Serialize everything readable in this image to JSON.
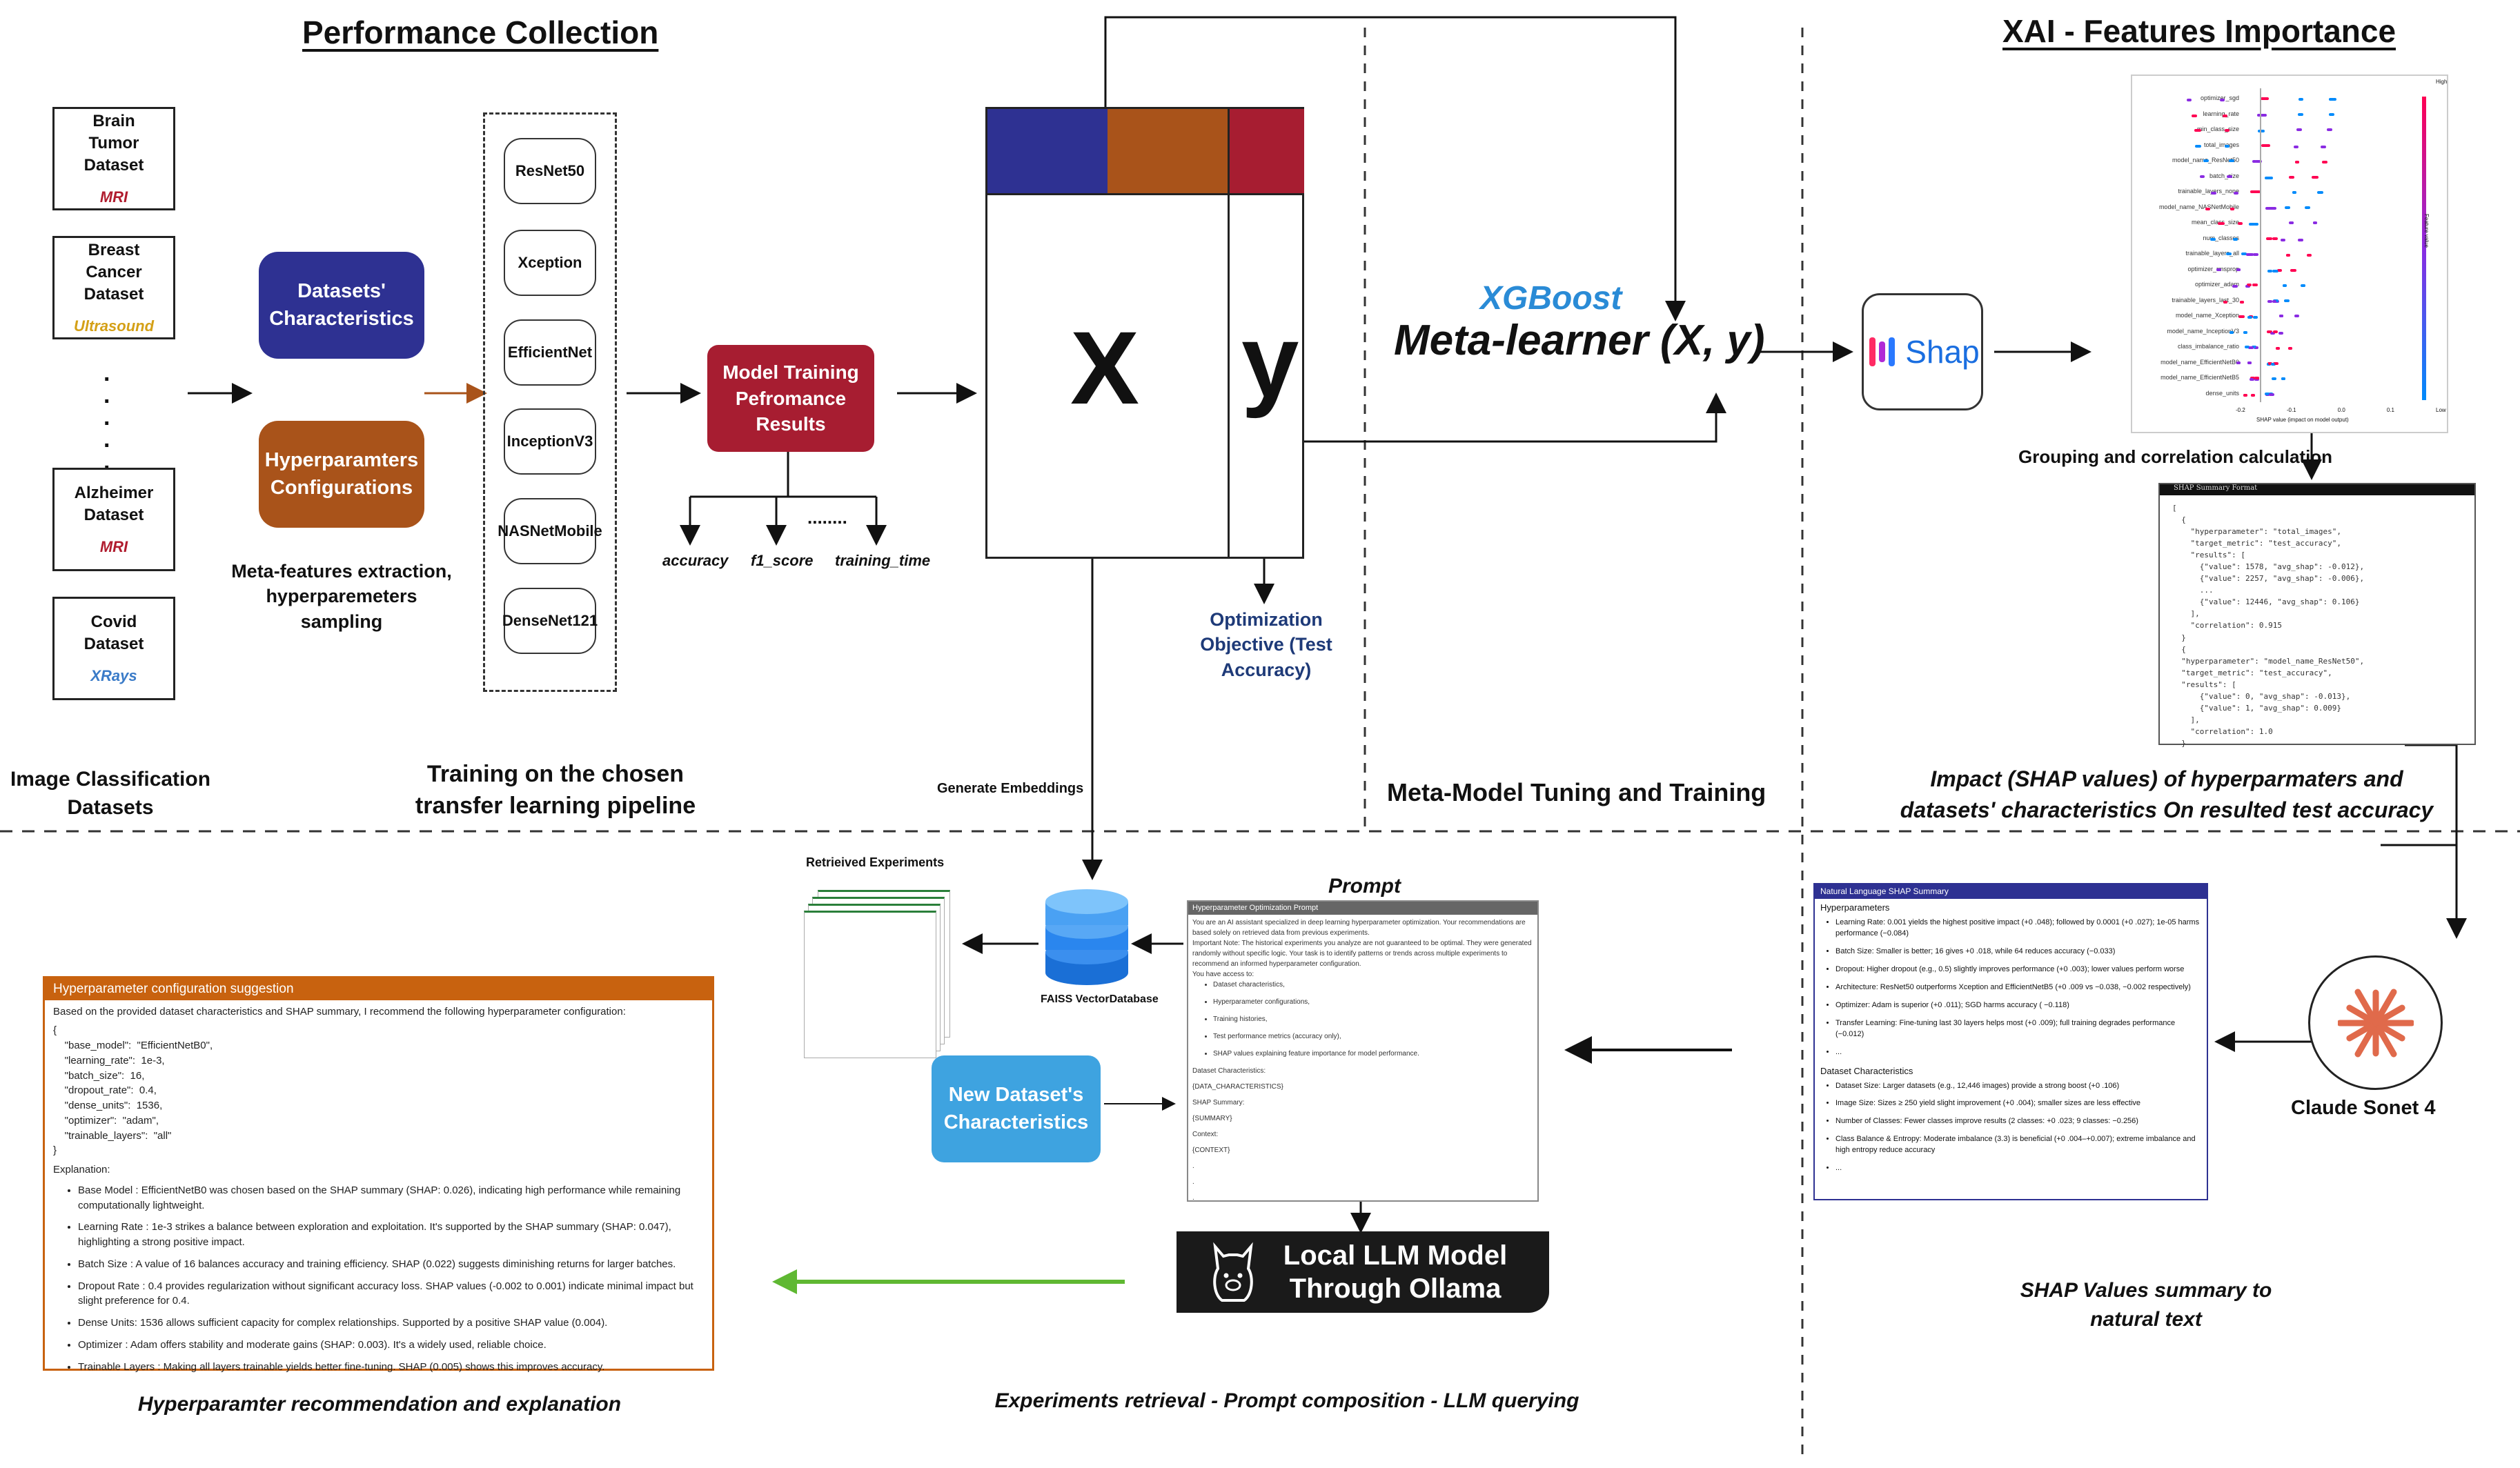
{
  "performance": {
    "heading": "Performance Collection",
    "datasets": [
      {
        "name": "Brain Tumor Dataset",
        "modality": "MRI",
        "color": "#b01c2e"
      },
      {
        "name": "Breast Cancer Dataset",
        "modality": "Ultrasound",
        "color": "#d4a017"
      },
      {
        "name": "Alzheimer Dataset",
        "modality": "MRI",
        "color": "#b01c2e"
      },
      {
        "name": "Covid Dataset",
        "modality": "XRays",
        "color": "#3a7bc8"
      }
    ],
    "datasets_caption": "Image Classification Datasets",
    "datasets_pill": "Datasets' Characteristics",
    "hyper_pill": "Hyperparamters Configurations",
    "extract_caption": "Meta-features extraction, hyperparemeters sampling",
    "architectures": [
      "ResNet50",
      "Xception",
      "EfficientNet",
      "InceptionV3",
      "NASNetMobile",
      "DenseNet121"
    ],
    "training_caption": "Training on the chosen transfer learning pipeline",
    "results_box": "Model Training Pefromance Results",
    "metrics": [
      "accuracy",
      "f1_score",
      "training_time"
    ],
    "metric_ellipsis": "........"
  },
  "meta": {
    "x_label": "X",
    "y_label": "y",
    "objective": "Optimization Objective (Test Accuracy)",
    "xgboost": "XGBoost",
    "learner": "Meta-learner (X, y)",
    "caption": "Meta-Model Tuning and Training",
    "embeddings": "Generate Embeddings",
    "colors": {
      "navy": "#2e3192",
      "brown": "#a9531a",
      "red": "#a71d31"
    }
  },
  "xai": {
    "heading": "XAI - Features Importance",
    "shap_logo": "Shap",
    "features": [
      "optimizer_sgd",
      "learning_rate",
      "min_class_size",
      "total_images",
      "model_name_ResNet50",
      "batch_size",
      "trainable_layers_none",
      "model_name_NASNetMobile",
      "mean_class_size",
      "num_classes",
      "trainable_layers_all",
      "optimizer_rmsprop",
      "optimizer_adam",
      "trainable_layers_last_30",
      "model_name_Xception",
      "model_name_InceptionV3",
      "class_imbalance_ratio",
      "model_name_EfficientNetB0",
      "model_name_EfficientNetB5",
      "dense_units"
    ],
    "shap_axis": "SHAP value (impact on model output)",
    "shap_ticks": [
      "-0.2",
      "-0.1",
      "0.0",
      "0.1"
    ],
    "shap_high": "High",
    "shap_low": "Low",
    "shap_fv": "Feature value",
    "grouping": "Grouping and correlation calculation",
    "summary_title": "SHAP Summary Format",
    "summary_code": "[\n  {\n    \"hyperparameter\": \"total_images\",\n    \"target_metric\": \"test_accuracy\",\n    \"results\": [\n      {\"value\": 1578, \"avg_shap\": -0.012},\n      {\"value\": 2257, \"avg_shap\": -0.006},\n      ...\n      {\"value\": 12446, \"avg_shap\": 0.106}\n    ],\n    \"correlation\": 0.915\n  }\n  {\n  \"hyperparameter\": \"model_name_ResNet50\",\n  \"target_metric\": \"test_accuracy\",\n  \"results\": [\n      {\"value\": 0, \"avg_shap\": -0.013},\n      {\"value\": 1, \"avg_shap\": 0.009}\n    ],\n    \"correlation\": 1.0\n  }",
    "impact_caption": "Impact (SHAP values) of hyperparmaters and  datasets' characteristics On resulted test accuracy",
    "claude": "Claude Sonet 4",
    "claude_color": "#e06a4b"
  },
  "nl": {
    "title": "Natural Language SHAP Summary",
    "hyper_heading": "Hyperparameters",
    "hyper_items": [
      "Learning Rate:      0.001 yields the highest positive impact (+0 .048); followed by 0.0001 (+0 .027); 1e-05 harms performance (−0.084)",
      "Batch Size:      Smaller is better; 16 gives +0 .018, while 64 reduces accuracy (−0.033)",
      "Dropout:      Higher dropout (e.g., 0.5) slightly improves performance (+0  .003); lower values perform worse",
      "Architecture:      ResNet50 outperforms Xception and EfficientNetB5 (+0    .009 vs −0.038, −0.002 respectively)",
      "Optimizer:      Adam is superior (+0 .011); SGD harms accuracy (    −0.118)",
      "Transfer Learning:      Fine-tuning last 30 layers helps most (+0  .009); full training degrades performance (−0.012)",
      "..."
    ],
    "data_heading": "Dataset Characteristics",
    "data_items": [
      "Dataset Size:      Larger datasets (e.g., 12,446 images) provide a strong boost (+0  .106)",
      "Image Size:      Sizes ≥ 250 yield slight improvement (+0 .004); smaller sizes are less effective",
      "Number of Classes:      Fewer classes improve results (2 classes: +0  .023; 9 classes: −0.256)",
      "Class Balance & Entropy:      Moderate imbalance (3.3) is beneficial (+0 .004–+0.007); extreme imbalance and high entropy reduce accuracy",
      "..."
    ],
    "caption": "SHAP Values summary to natural text"
  },
  "llm": {
    "retrieved": "Retrieived Experiments",
    "faiss": "FAISS VectorDatabase",
    "new_dataset": "New Dataset's Characteristics",
    "prompt_label": "Prompt",
    "prompt_title": "Hyperparameter Optimization Prompt",
    "prompt_intro": "You are an AI assistant specialized in deep learning hyperparameter optimization.  Your recommendations are based solely on retrieved data from previous experiments.",
    "prompt_note": "Important Note:      The historical experiments you analyze are not guaranteed to be optimal. They were generated randomly without specific logic.  Your task is to identify patterns or trends across multiple experiments to recommend an informed hyperparameter configuration.",
    "prompt_access": "You have access to:",
    "prompt_items": [
      "Dataset characteristics,",
      "Hyperparameter configurations,",
      "Training histories,",
      "Test performance metrics (accuracy only),",
      "SHAP values explaining feature importance for model performance."
    ],
    "prompt_tail": [
      "Dataset Characteristics:",
      "{DATA_CHARACTERISTICS}",
      "SHAP Summary:",
      "{SUMMARY}",
      "Context:",
      "{CONTEXT}",
      ".",
      ".",
      "."
    ],
    "local_llm": "Local LLM Model Through Ollama",
    "caption": "Experiments retrieval - Prompt composition - LLM querying"
  },
  "suggestion": {
    "title": "Hyperparameter configuration suggestion",
    "intro": "Based on the provided dataset characteristics and SHAP summary, I recommend the following hyperparameter configuration:",
    "config": "{\n    \"base_model\":  \"EfficientNetB0\",\n    \"learning_rate\":  1e-3,\n    \"batch_size\":  16,\n    \"dropout_rate\":  0.4,\n    \"dense_units\":  1536,\n    \"optimizer\":  \"adam\",\n    \"trainable_layers\":  \"all\"\n}",
    "expl_label": "Explanation:",
    "items": [
      "Base Model : EfficientNetB0 was chosen based on the SHAP summary (SHAP: 0.026), indicating high performance while remaining computationally lightweight.",
      "Learning Rate : 1e-3 strikes a balance between exploration and exploitation. It's supported by the SHAP summary (SHAP: 0.047), highlighting a strong positive impact.",
      "Batch Size : A value of 16 balances accuracy and training efficiency. SHAP (0.022) suggests diminishing returns for larger batches.",
      "Dropout Rate : 0.4 provides regularization without significant accuracy loss. SHAP values (-0.002 to 0.001) indicate minimal impact but slight preference for 0.4.",
      "Dense Units: 1536 allows sufficient capacity for complex relationships. Supported by a positive SHAP value (0.004).",
      "Optimizer : Adam offers stability and moderate gains (SHAP: 0.003). It's a widely used, reliable choice.",
      "Trainable Layers  : Making all layers trainable yields better fine-tuning. SHAP (0.005) shows this improves accuracy."
    ],
    "caption": "Hyperparamter recommendation and explanation",
    "accent": "#c8620f"
  }
}
